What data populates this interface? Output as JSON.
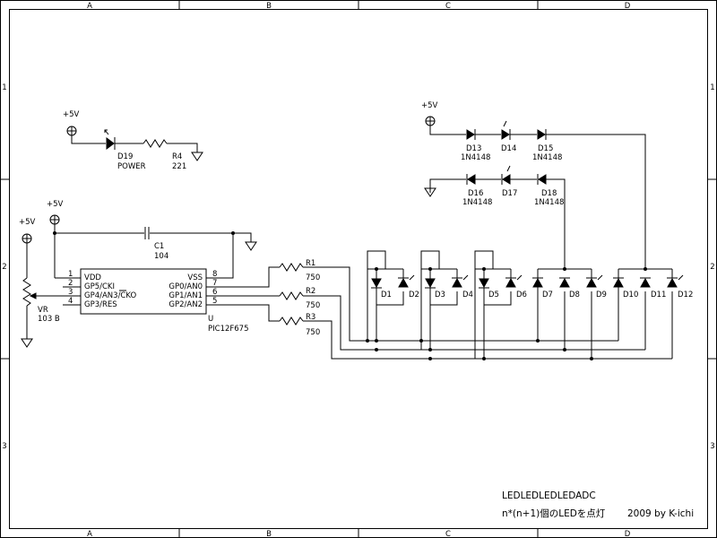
{
  "border": {
    "top_cols": [
      "A",
      "B",
      "C",
      "D"
    ],
    "bottom_cols": [
      "A",
      "B",
      "C",
      "D"
    ],
    "left_rows": [
      "1",
      "2",
      "3"
    ],
    "right_rows": [
      "1",
      "2",
      "3"
    ]
  },
  "power": {
    "vcc_power_led": "+5V",
    "vcc_c1": "+5V",
    "vcc_vr": "+5V",
    "vcc_top_chain": "+5V"
  },
  "chip": {
    "ref": "U",
    "part": "PIC12F675",
    "pins_left": [
      {
        "num": "1",
        "name": "VDD"
      },
      {
        "num": "2",
        "name": "GP5/CKI"
      },
      {
        "num": "3",
        "name": "GP4/AN3/CKO"
      },
      {
        "num": "4",
        "name": "GP3/RES"
      }
    ],
    "pins_right": [
      {
        "num": "8",
        "name": "VSS"
      },
      {
        "num": "7",
        "name": "GP0/AN0"
      },
      {
        "num": "6",
        "name": "GP1/AN1"
      },
      {
        "num": "5",
        "name": "GP2/AN2"
      }
    ]
  },
  "components": {
    "c1": {
      "ref": "C1",
      "value": "104"
    },
    "vr": {
      "ref": "VR",
      "value": "103 B"
    },
    "d19": {
      "ref": "D19",
      "value": "POWER"
    },
    "r4": {
      "ref": "R4",
      "value": "221"
    },
    "r1": {
      "ref": "R1",
      "value": "750"
    },
    "r2": {
      "ref": "R2",
      "value": "750"
    },
    "r3": {
      "ref": "R3",
      "value": "750"
    },
    "d13": {
      "ref": "D13",
      "value": "1N4148"
    },
    "d14": {
      "ref": "D14"
    },
    "d15": {
      "ref": "D15",
      "value": "1N4148"
    },
    "d16": {
      "ref": "D16",
      "value": "1N4148"
    },
    "d17": {
      "ref": "D17"
    },
    "d18": {
      "ref": "D18",
      "value": "1N4148"
    }
  },
  "led_labels": [
    "D1",
    "D2",
    "D3",
    "D4",
    "D5",
    "D6",
    "D7",
    "D8",
    "D9",
    "D10",
    "D11",
    "D12"
  ],
  "title_block": {
    "title": "LEDLEDLEDLEDADC",
    "subtitle": "n*(n+1)個のLEDを点灯",
    "credit": "2009 by K-ichi"
  }
}
